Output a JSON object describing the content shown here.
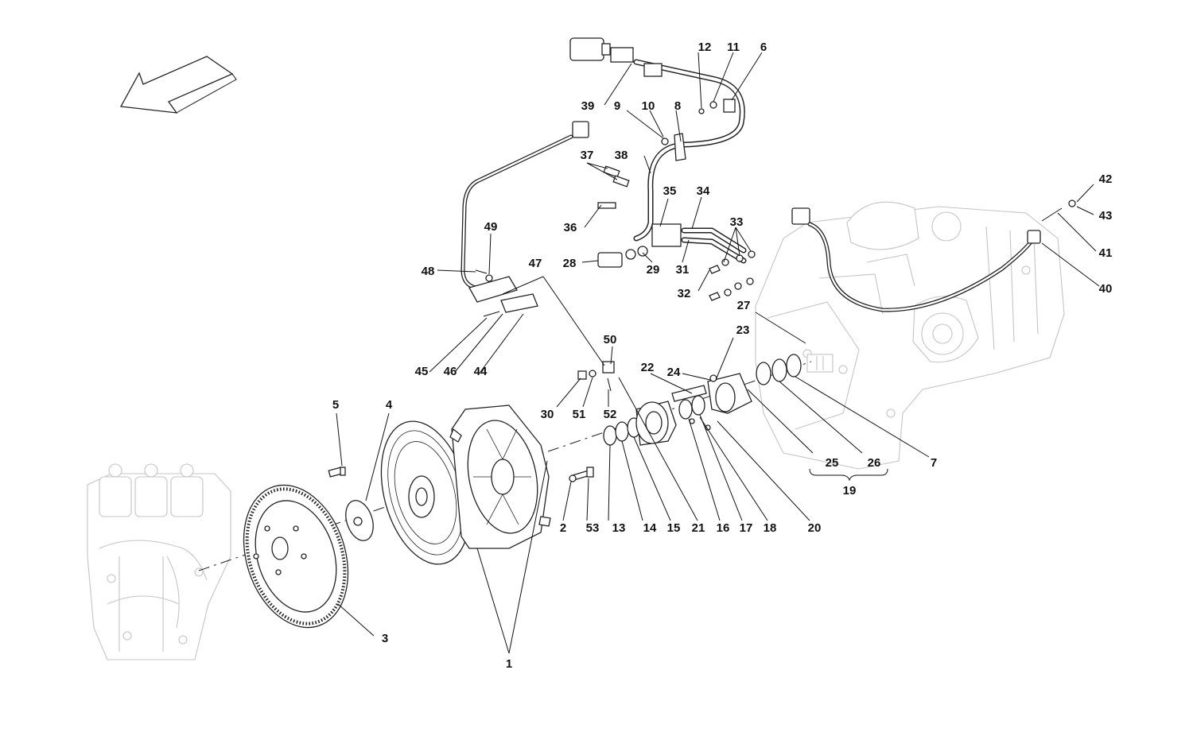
{
  "callouts": [
    {
      "id": "1",
      "text": "1"
    },
    {
      "id": "2",
      "text": "2"
    },
    {
      "id": "3",
      "text": "3"
    },
    {
      "id": "4",
      "text": "4"
    },
    {
      "id": "5",
      "text": "5"
    },
    {
      "id": "6",
      "text": "6"
    },
    {
      "id": "7",
      "text": "7"
    },
    {
      "id": "8",
      "text": "8"
    },
    {
      "id": "9",
      "text": "9"
    },
    {
      "id": "10",
      "text": "10"
    },
    {
      "id": "11",
      "text": "11"
    },
    {
      "id": "12",
      "text": "12"
    },
    {
      "id": "13",
      "text": "13"
    },
    {
      "id": "14",
      "text": "14"
    },
    {
      "id": "15",
      "text": "15"
    },
    {
      "id": "16",
      "text": "16"
    },
    {
      "id": "17",
      "text": "17"
    },
    {
      "id": "18",
      "text": "18"
    },
    {
      "id": "19",
      "text": "19"
    },
    {
      "id": "20",
      "text": "20"
    },
    {
      "id": "21",
      "text": "21"
    },
    {
      "id": "22",
      "text": "22"
    },
    {
      "id": "23",
      "text": "23"
    },
    {
      "id": "24",
      "text": "24"
    },
    {
      "id": "25",
      "text": "25"
    },
    {
      "id": "26",
      "text": "26"
    },
    {
      "id": "27",
      "text": "27"
    },
    {
      "id": "28",
      "text": "28"
    },
    {
      "id": "29",
      "text": "29"
    },
    {
      "id": "30",
      "text": "30"
    },
    {
      "id": "31",
      "text": "31"
    },
    {
      "id": "32",
      "text": "32"
    },
    {
      "id": "33",
      "text": "33"
    },
    {
      "id": "34",
      "text": "34"
    },
    {
      "id": "35",
      "text": "35"
    },
    {
      "id": "36",
      "text": "36"
    },
    {
      "id": "37",
      "text": "37"
    },
    {
      "id": "38",
      "text": "38"
    },
    {
      "id": "39",
      "text": "39"
    },
    {
      "id": "40",
      "text": "40"
    },
    {
      "id": "41",
      "text": "41"
    },
    {
      "id": "42",
      "text": "42"
    },
    {
      "id": "43",
      "text": "43"
    },
    {
      "id": "44",
      "text": "44"
    },
    {
      "id": "45",
      "text": "45"
    },
    {
      "id": "46",
      "text": "46"
    },
    {
      "id": "47",
      "text": "47"
    },
    {
      "id": "48",
      "text": "48"
    },
    {
      "id": "49",
      "text": "49"
    },
    {
      "id": "50",
      "text": "50"
    },
    {
      "id": "51",
      "text": "51"
    },
    {
      "id": "52",
      "text": "52"
    },
    {
      "id": "53",
      "text": "53"
    }
  ],
  "colors": {
    "ink": "#111111",
    "ghost": "#c4c4c4",
    "paper": "#ffffff"
  },
  "icons": {
    "orientation": "direction-arrow-icon"
  }
}
